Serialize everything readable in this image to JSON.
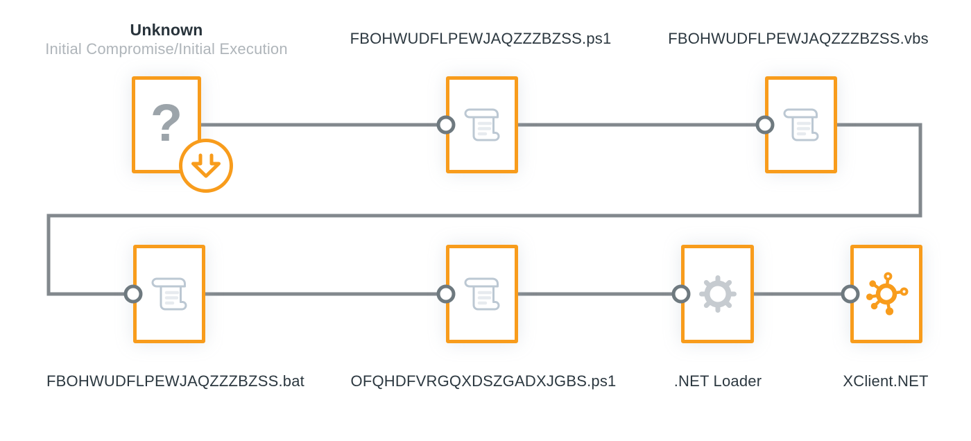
{
  "diagram_title": "attack-chain",
  "colors": {
    "node_border_orange": "#F89C1C",
    "edge_gray": "#82888D",
    "port_ring_gray": "#6E797F",
    "script_icon_blue_gray": "#BCC8D3",
    "script_icon_text_lines": "#E7EBEF",
    "gear_icon_gray": "#C6CBD0",
    "malware_icon_orange": "#F89C1C",
    "question_mark_gray": "#9CA4AA",
    "label_dark": "#2C3840",
    "sublabel_gray": "#AFB5BA",
    "background": "#FFFFFF"
  },
  "nodes": [
    {
      "id": "unknown",
      "label": "Unknown",
      "sublabel": "Initial Compromise/Initial Execution",
      "icon": "question-mark-icon",
      "icon_glyph": "?",
      "badge_icon": "download-arrow-icon"
    },
    {
      "id": "script-ps1-1",
      "label": "FBOHWUDFLPEWJAQZZZBZSS.ps1",
      "icon": "script-scroll-icon"
    },
    {
      "id": "script-vbs",
      "label": "FBOHWUDFLPEWJAQZZZBZSS.vbs",
      "icon": "script-scroll-icon"
    },
    {
      "id": "script-bat",
      "label": "FBOHWUDFLPEWJAQZZZBZSS.bat",
      "icon": "script-scroll-icon"
    },
    {
      "id": "script-ps1-2",
      "label": "OFQHDFVRGQXDSZGADXJGBS.ps1",
      "icon": "script-scroll-icon"
    },
    {
      "id": "net-loader",
      "label": ".NET Loader",
      "icon": "gear-icon"
    },
    {
      "id": "xclient",
      "label": "XClient.NET",
      "icon": "malware-icon"
    }
  ],
  "edges": [
    {
      "from": "unknown",
      "to": "script-ps1-1"
    },
    {
      "from": "script-ps1-1",
      "to": "script-vbs"
    },
    {
      "from": "script-vbs",
      "to": "script-bat"
    },
    {
      "from": "script-bat",
      "to": "script-ps1-2"
    },
    {
      "from": "script-ps1-2",
      "to": "net-loader"
    },
    {
      "from": "net-loader",
      "to": "xclient"
    }
  ]
}
